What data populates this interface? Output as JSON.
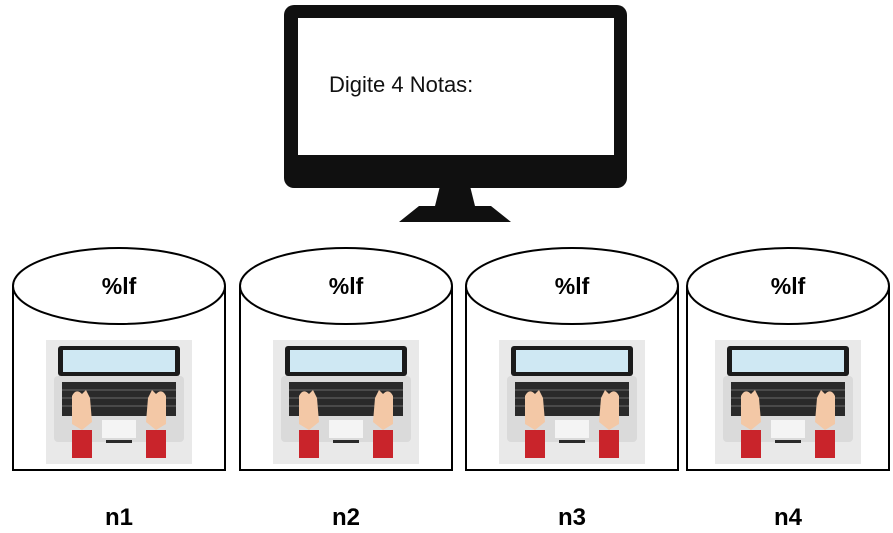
{
  "monitor": {
    "prompt": "Digite 4 Notas:",
    "icon": "desktop-monitor-icon"
  },
  "cylinders": [
    {
      "format": "%lf",
      "name": "n1",
      "icon": "laptop-typing-icon"
    },
    {
      "format": "%lf",
      "name": "n2",
      "icon": "laptop-typing-icon"
    },
    {
      "format": "%lf",
      "name": "n3",
      "icon": "laptop-typing-icon"
    },
    {
      "format": "%lf",
      "name": "n4",
      "icon": "laptop-typing-icon"
    }
  ],
  "colors": {
    "outline": "#000000",
    "monitor": "#101010",
    "laptop_screen": "#cfe8f3",
    "sleeve": "#c9242b",
    "skin": "#f3c8a6"
  }
}
